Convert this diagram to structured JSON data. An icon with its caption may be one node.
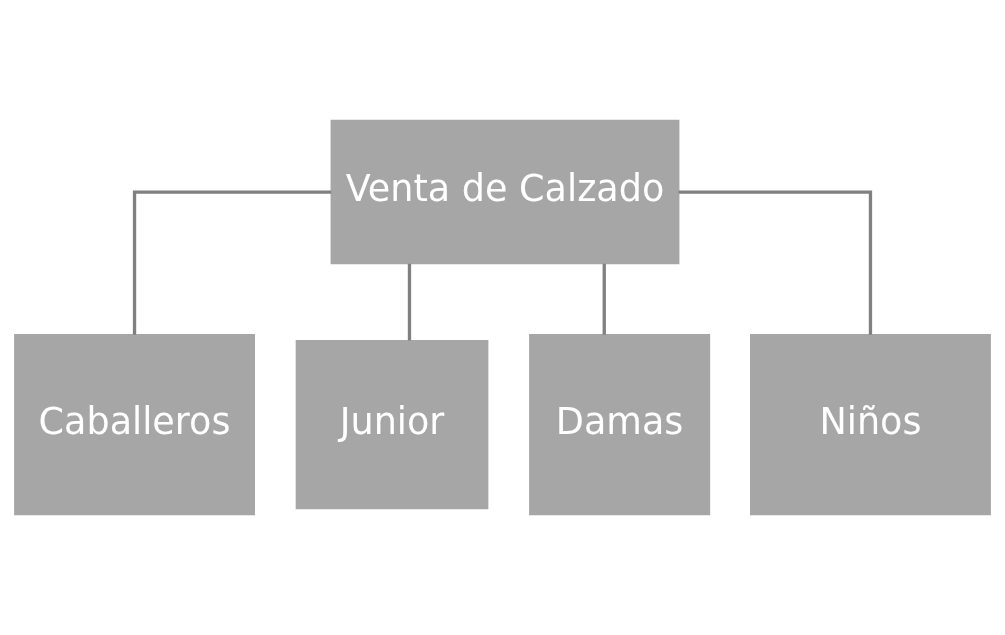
{
  "diagram": {
    "nodes": [
      {
        "text": [
          "Venta de Calzado"
        ]
      },
      {
        "text": [
          "Caballeros"
        ]
      },
      {
        "text": [
          "Junior"
        ]
      },
      {
        "text": [
          "Damas"
        ]
      },
      {
        "text": [
          "Niños"
        ]
      }
    ],
    "edges": [
      {
        "from": 0,
        "to": 1,
        "arrow": "none"
      },
      {
        "from": 0,
        "to": 2,
        "arrow": "none"
      },
      {
        "from": 0,
        "to": 3,
        "arrow": "none"
      },
      {
        "from": 0,
        "to": 4,
        "arrow": "none"
      }
    ]
  }
}
